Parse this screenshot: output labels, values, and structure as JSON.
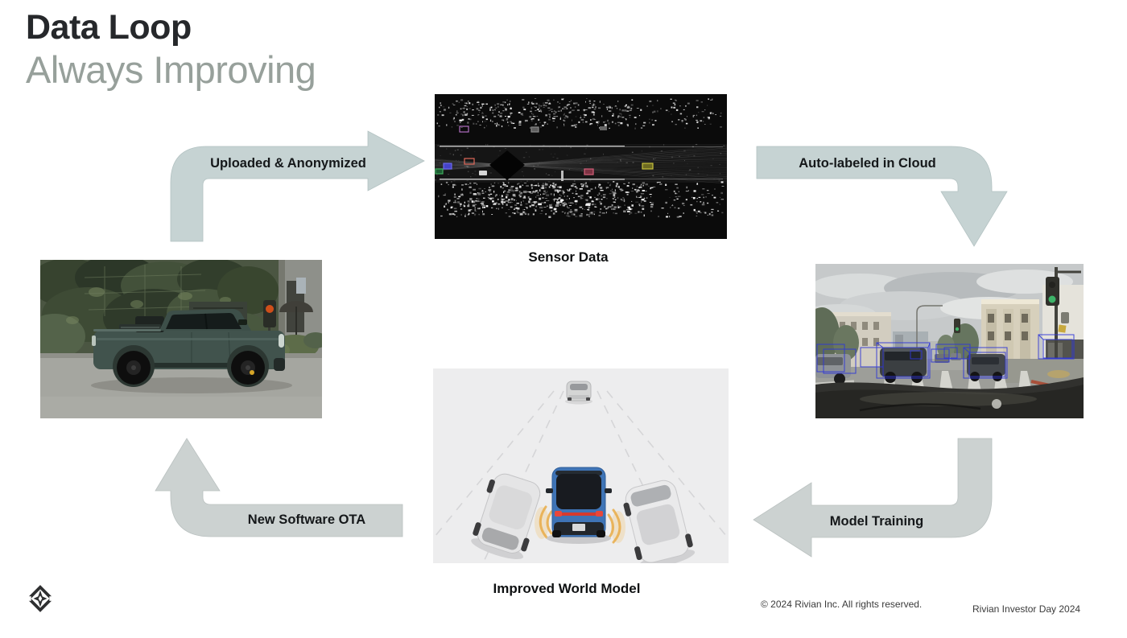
{
  "slide": {
    "title": "Data Loop",
    "subtitle": "Always Improving",
    "footer": {
      "copyright": "© 2024 Rivian Inc. All rights reserved.",
      "event": "Rivian Investor Day 2024"
    }
  },
  "diagram": {
    "arrows": [
      {
        "id": "uploaded-anonymized",
        "label": "Uploaded & Anonymized",
        "direction": "up-then-right"
      },
      {
        "id": "auto-labeled-in-cloud",
        "label": "Auto-labeled in Cloud",
        "direction": "right-then-down"
      },
      {
        "id": "model-training",
        "label": "Model Training",
        "direction": "down-then-left"
      },
      {
        "id": "new-software-ota",
        "label": "New Software OTA",
        "direction": "left-then-up"
      }
    ],
    "nodes": [
      {
        "id": "sensor-data",
        "caption": "Sensor Data",
        "image": "lidar-point-cloud-top-down"
      },
      {
        "id": "auto-labeled-frame",
        "caption": "",
        "image": "street-scene-with-blue-3d-bounding-boxes"
      },
      {
        "id": "improved-world-model",
        "caption": "Improved World Model",
        "image": "render-blue-suv-with-sensor-arcs"
      },
      {
        "id": "vehicle-on-road",
        "caption": "",
        "image": "rivian-r1t-truck-street-photo"
      }
    ]
  },
  "colors": {
    "background": "#ffffff",
    "title": "#26282b",
    "subtitle": "#97a09b",
    "arrow_fill_top": "#c6d3d3",
    "arrow_fill_bottom": "#ccd2d1",
    "arrow_label": "#15181a",
    "caption": "#0e1011",
    "footer_text": "#3a3a3a",
    "bounding_box_blue": "#2e36d8",
    "sensor_background": "#0b0b0b",
    "rivian_vehicle_blue": "#3f74b6",
    "sensor_arc_amber": "#e9a93f",
    "truck_paint_green": "#41534d"
  }
}
